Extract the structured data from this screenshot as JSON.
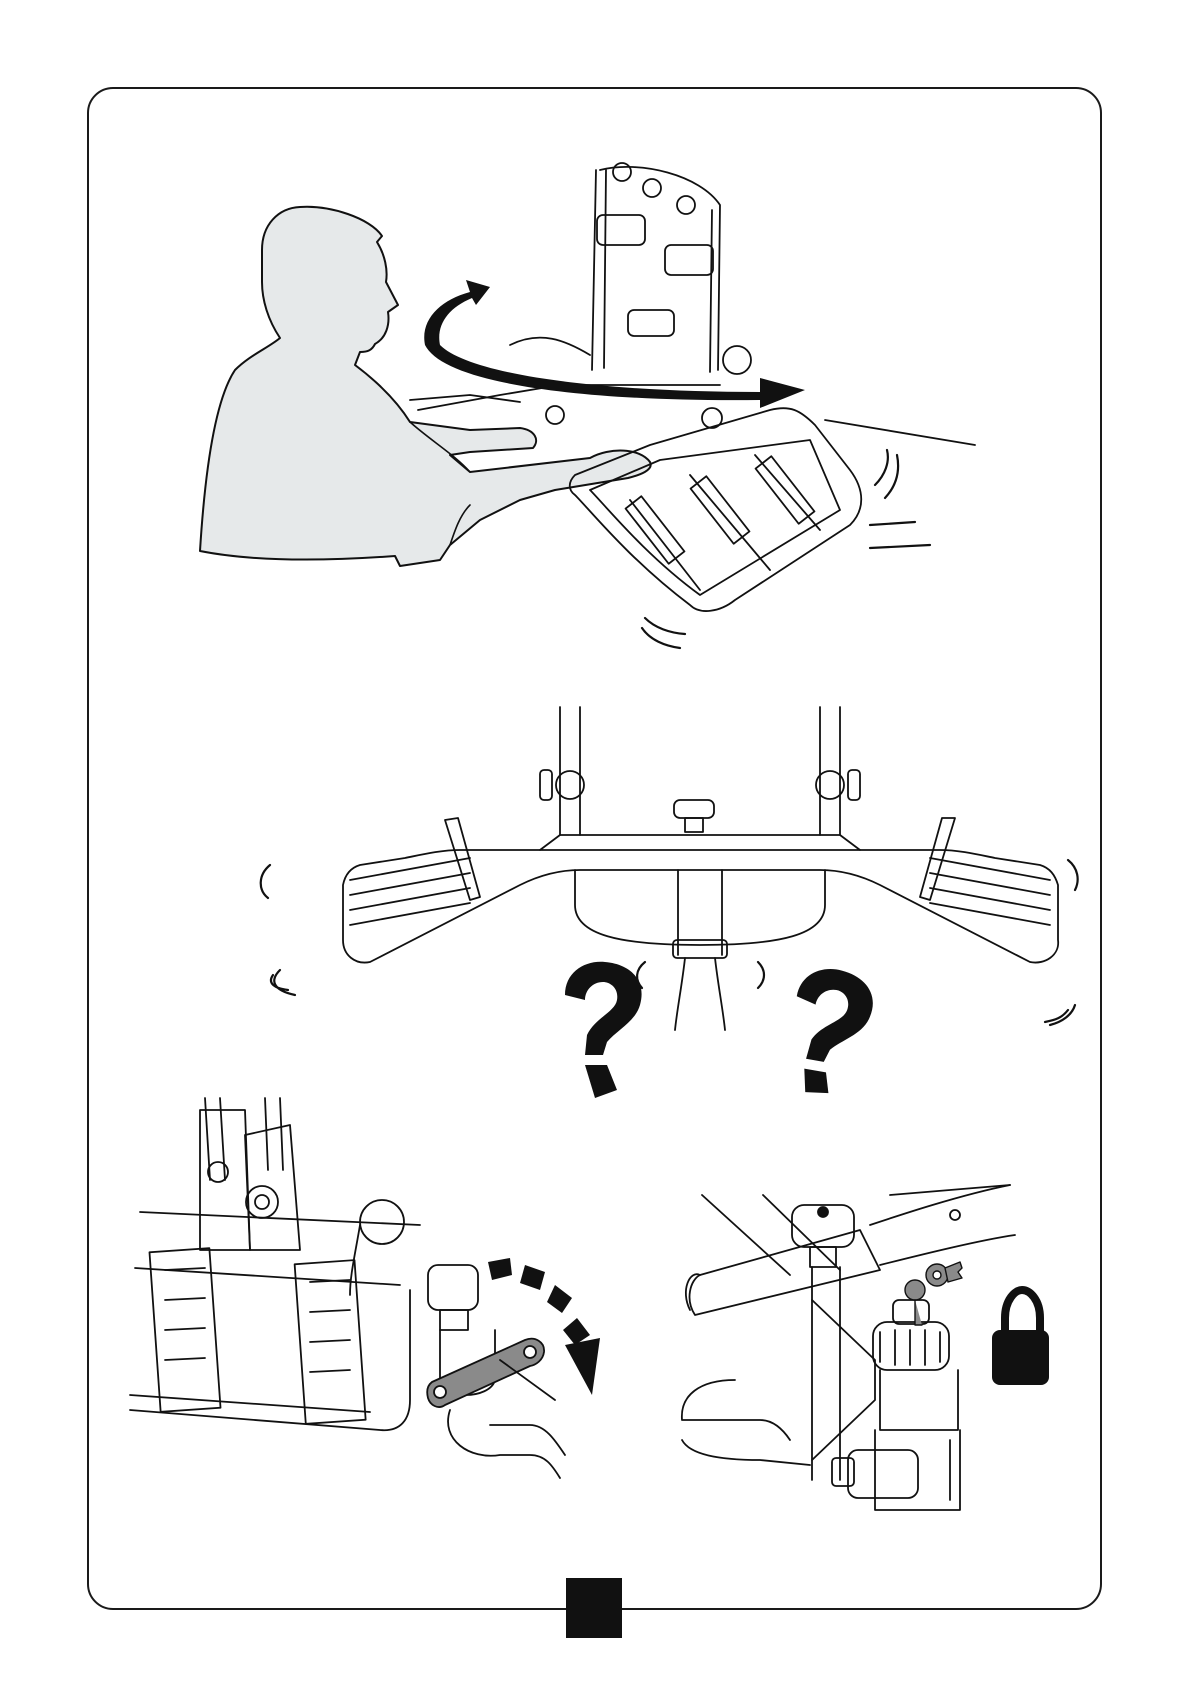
{
  "document": {
    "type": "assembly-instructions-page",
    "colors": {
      "ink": "#111111",
      "silhouette_fill": "#e6e9ea",
      "paper": "#ffffff"
    },
    "panels": [
      {
        "name": "tilt-carrier-step",
        "icons": [
          "person-silhouette",
          "curved-arrow-icon",
          "bike-carrier-drawing",
          "motion-marks"
        ]
      },
      {
        "name": "check-stability-step",
        "icons": [
          "carrier-rear-view",
          "question-mark-icon",
          "question-mark-icon",
          "motion-marks"
        ]
      },
      {
        "name": "tighten-knob-step",
        "icons": [
          "wrench-drawing",
          "dashed-rotation-arrow-icon"
        ]
      },
      {
        "name": "lock-step",
        "icons": [
          "key-drawing",
          "padlock-icon"
        ]
      }
    ]
  }
}
